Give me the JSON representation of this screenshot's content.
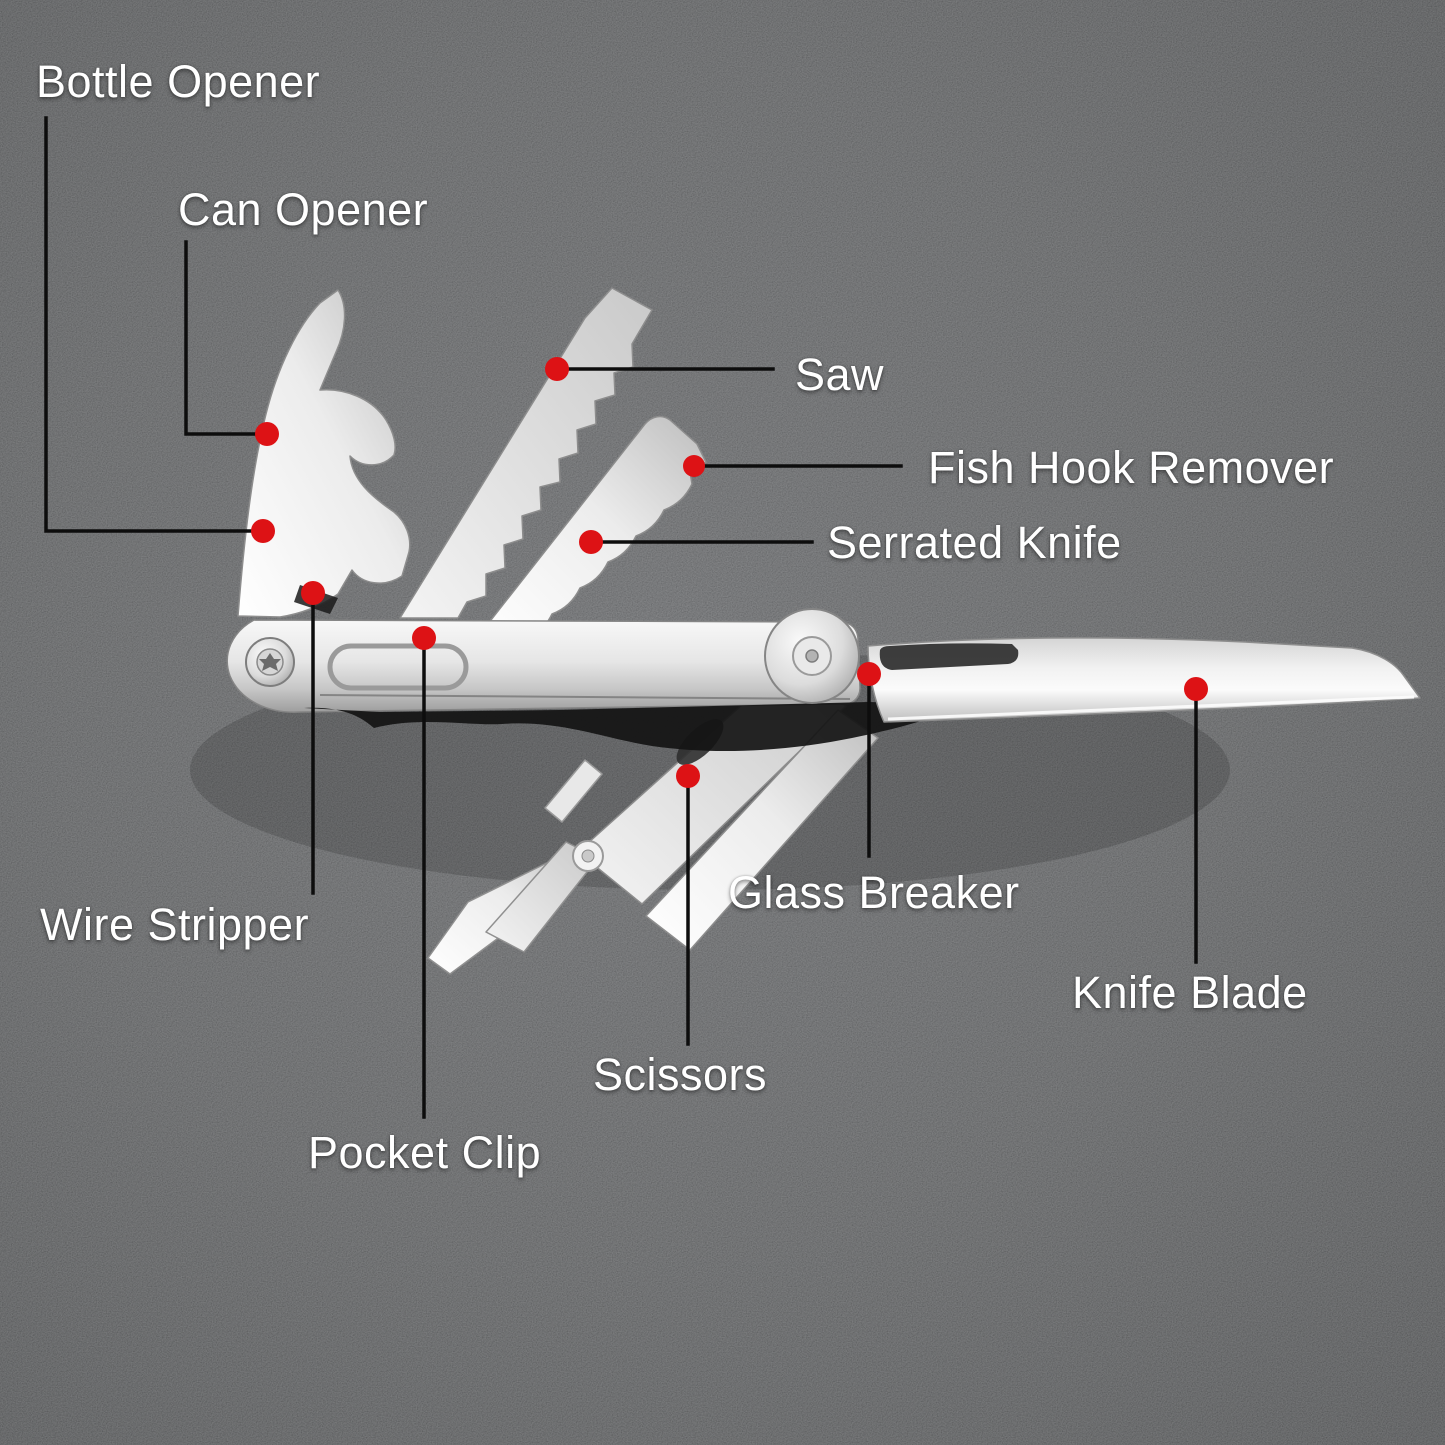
{
  "image": {
    "kind": "annotated product diagram",
    "subject": "13-in-1 stainless steel multi-tool pocket knife with labeled tools",
    "background_style": "dark speckled gray texture"
  },
  "colors": {
    "background": "#4e5052",
    "background_edge": "#3e4042",
    "label_text": "#ffffff",
    "leader_line": "#0d0d0d",
    "marker_dot": "#dd1215",
    "metal_light": "#f7f7f7",
    "metal_dark": "#9e9e9e",
    "shadow_black": "#141414"
  },
  "callouts": [
    {
      "id": "bottle-opener",
      "label": "Bottle Opener"
    },
    {
      "id": "can-opener",
      "label": "Can Opener"
    },
    {
      "id": "saw",
      "label": "Saw"
    },
    {
      "id": "fish-hook-remover",
      "label": "Fish Hook Remover"
    },
    {
      "id": "serrated-knife",
      "label": "Serrated Knife"
    },
    {
      "id": "wire-stripper",
      "label": "Wire Stripper"
    },
    {
      "id": "glass-breaker",
      "label": "Glass Breaker"
    },
    {
      "id": "knife-blade",
      "label": "Knife Blade"
    },
    {
      "id": "scissors",
      "label": "Scissors"
    },
    {
      "id": "pocket-clip",
      "label": "Pocket Clip"
    }
  ]
}
